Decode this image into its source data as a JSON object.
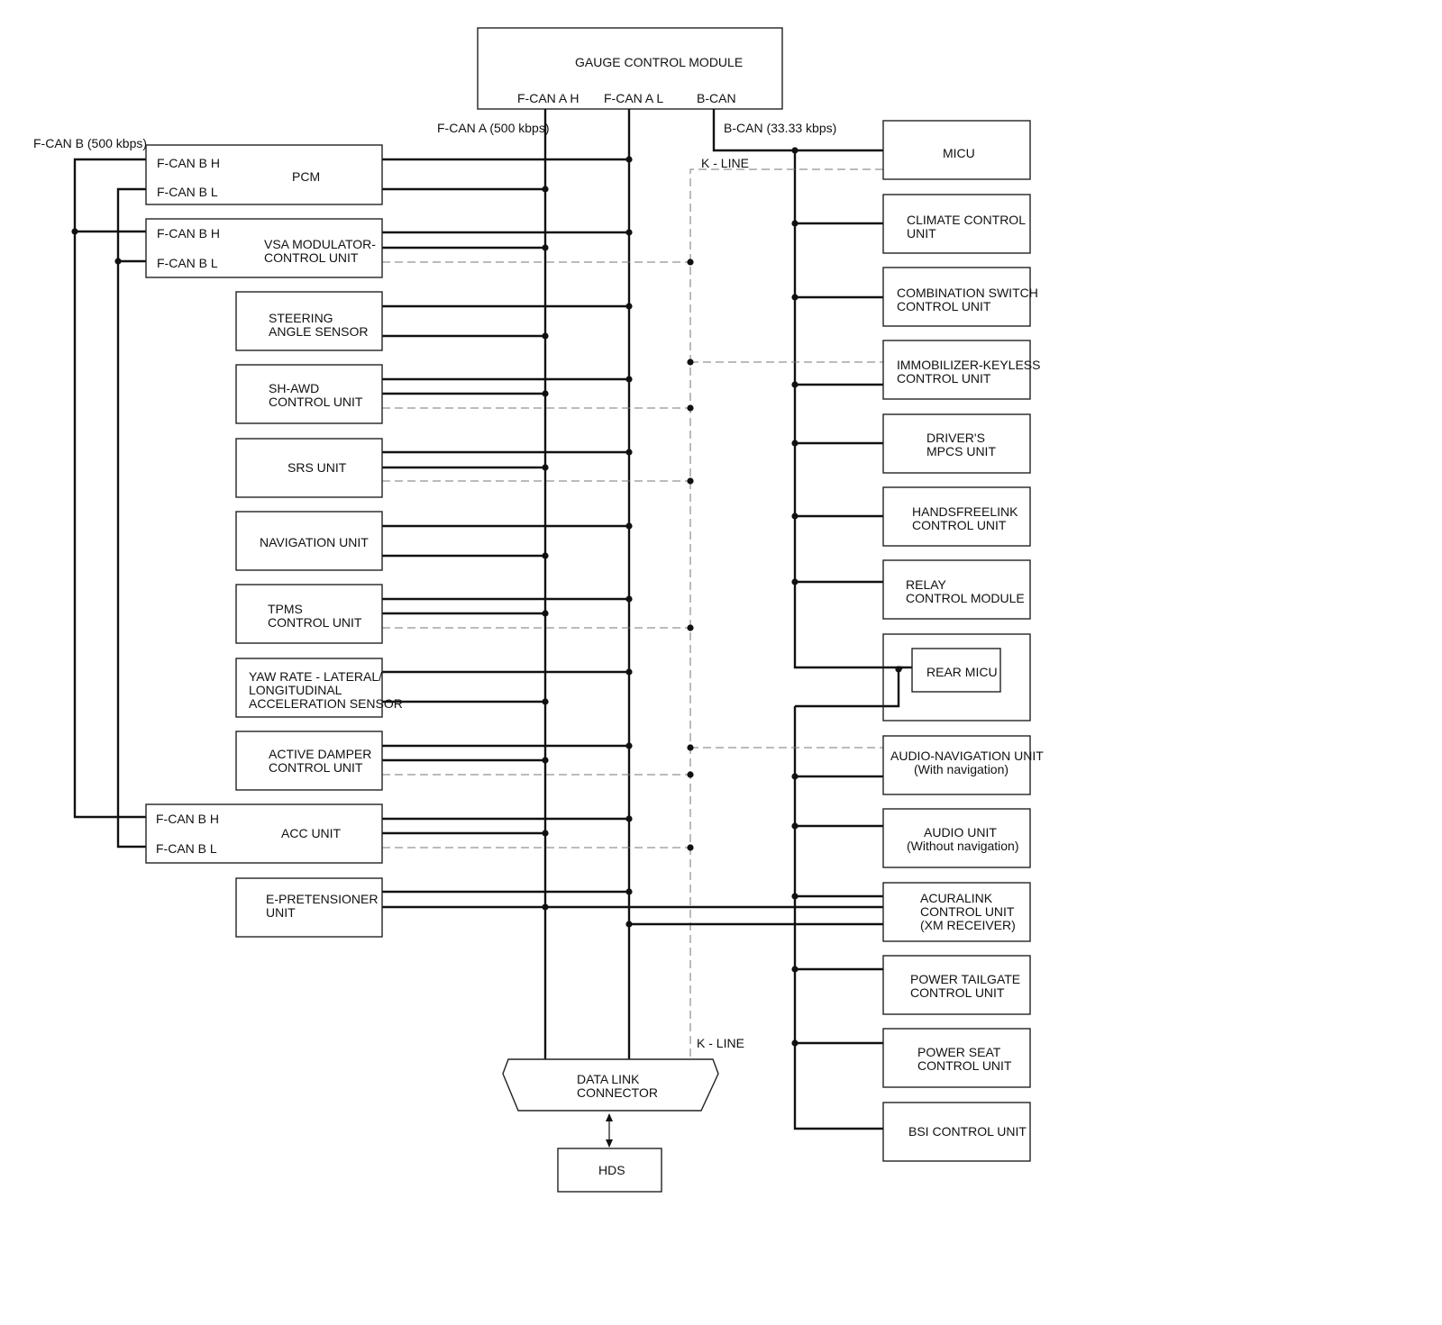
{
  "gauge": {
    "title": "GAUGE CONTROL MODULE",
    "port_fcan_h": "F-CAN A H",
    "port_fcan_l": "F-CAN A L",
    "port_bcan": "B-CAN"
  },
  "labels": {
    "fcan_a": "F-CAN A (500 kbps)",
    "fcan_b": "F-CAN B (500 kbps)",
    "bcan": "B-CAN (33.33 kbps)",
    "kline_top": "K - LINE",
    "kline_bottom": "K - LINE",
    "fcan_b_h": "F-CAN B H",
    "fcan_b_l": "F-CAN B L"
  },
  "left_units": {
    "pcm": [
      "PCM"
    ],
    "vsa": [
      "VSA MODULATOR-",
      "CONTROL UNIT"
    ],
    "steering": [
      "STEERING",
      "ANGLE SENSOR"
    ],
    "shawd": [
      "SH-AWD",
      "CONTROL UNIT"
    ],
    "srs": [
      "SRS UNIT"
    ],
    "navigation": [
      "NAVIGATION UNIT"
    ],
    "tpms": [
      "TPMS",
      "CONTROL UNIT"
    ],
    "yaw": [
      "YAW RATE - LATERAL/",
      "LONGITUDINAL",
      "ACCELERATION SENSOR"
    ],
    "damper": [
      "ACTIVE DAMPER",
      "CONTROL UNIT"
    ],
    "acc": [
      "ACC UNIT"
    ],
    "epretensioner": [
      "E-PRETENSIONER",
      "UNIT"
    ]
  },
  "right_units": {
    "micu": [
      "MICU"
    ],
    "climate": [
      "CLIMATE CONTROL",
      "UNIT"
    ],
    "combination": [
      "COMBINATION SWITCH",
      "CONTROL UNIT"
    ],
    "immobilizer": [
      "IMMOBILIZER-KEYLESS",
      "CONTROL UNIT"
    ],
    "mpcs": [
      "DRIVER'S",
      "MPCS UNIT"
    ],
    "handsfree": [
      "HANDSFREELINK",
      "CONTROL UNIT"
    ],
    "relay": [
      "RELAY",
      "CONTROL MODULE"
    ],
    "rear_micu": [
      "REAR MICU"
    ],
    "audio_nav": [
      "AUDIO-NAVIGATION UNIT",
      "(With navigation)"
    ],
    "audio": [
      "AUDIO UNIT",
      "(Without navigation)"
    ],
    "acuralink": [
      "ACURALINK",
      "CONTROL UNIT",
      "(XM RECEIVER)"
    ],
    "tailgate": [
      "POWER TAILGATE",
      "CONTROL UNIT"
    ],
    "seat": [
      "POWER SEAT",
      "CONTROL UNIT"
    ],
    "bsi": [
      "BSI CONTROL UNIT"
    ]
  },
  "connector": {
    "dlc": [
      "DATA LINK",
      "CONNECTOR"
    ],
    "hds": [
      "HDS"
    ]
  }
}
